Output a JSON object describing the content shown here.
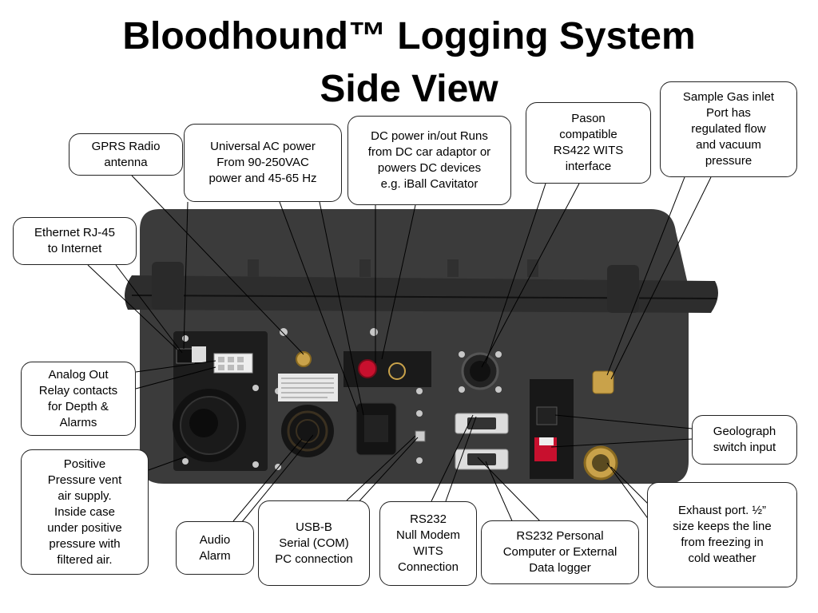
{
  "title": {
    "line1": "Bloodhound™ Logging System",
    "line2": "Side View"
  },
  "callouts": {
    "gprs": "GPRS Radio\nantenna",
    "ac_power": "Universal AC power\nFrom 90-250VAC\npower and 45-65 Hz",
    "dc_power": "DC power in/out Runs\nfrom DC car adaptor or\npowers DC devices\ne.g. iBall Cavitator",
    "pason": "Pason\ncompatible\nRS422 WITS\ninterface",
    "sample_gas": "Sample Gas inlet\nPort has\nregulated flow\nand vacuum\npressure",
    "ethernet": "Ethernet RJ-45\nto Internet",
    "analog_out": "Analog Out\nRelay contacts\nfor Depth &\nAlarms",
    "positive_pressure": "Positive\nPressure vent\nair supply.\nInside case\nunder positive\npressure with\nfiltered air.",
    "audio_alarm": "Audio\nAlarm",
    "usb_b": "USB-B\nSerial (COM)\nPC connection",
    "rs232_null": "RS232\nNull Modem\nWITS\nConnection",
    "rs232_personal": "RS232 Personal\nComputer or External\nData logger",
    "geolograph": "Geolograph\nswitch input",
    "exhaust": "Exhaust port. ½”\nsize keeps the line\nfrom freezing in\ncold weather"
  },
  "colors": {
    "case_body": "#3a3a3a",
    "case_dark": "#262626",
    "panel": "#1c1c1c",
    "brass": "#c9a24a",
    "red_terminal": "#c8102e",
    "steel": "#a8a8a8"
  }
}
